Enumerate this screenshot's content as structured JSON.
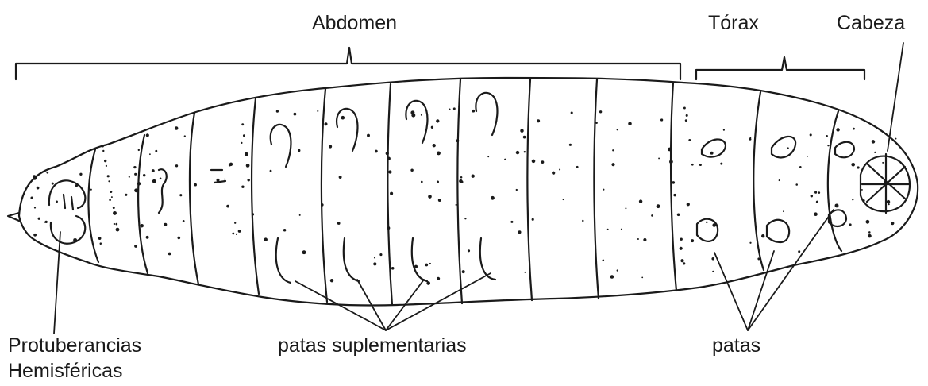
{
  "labels": {
    "abdomen": "Abdomen",
    "torax": "Tórax",
    "cabeza": "Cabeza",
    "protuberancias_line1": "Protuberancias",
    "protuberancias_line2": "Hemisféricas",
    "patas_suplementarias": "patas suplementarias",
    "patas": "patas"
  },
  "colors": {
    "ink": "#1a1a1a",
    "background": "#ffffff"
  }
}
